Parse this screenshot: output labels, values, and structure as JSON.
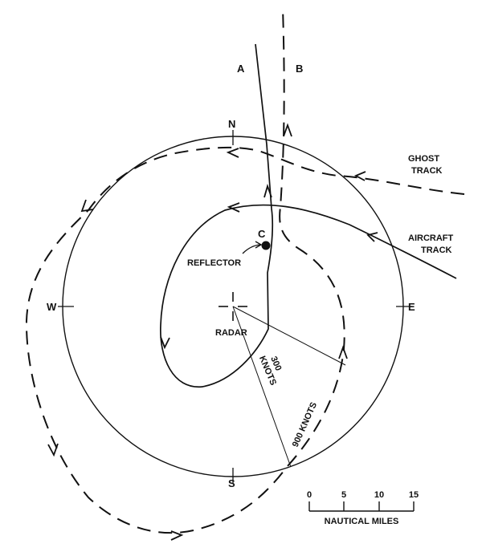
{
  "labels": {
    "track_a": "A",
    "track_b": "B",
    "north": "N",
    "south": "S",
    "east": "E",
    "west": "W",
    "ghost_track_1": "GHOST",
    "ghost_track_2": "TRACK",
    "aircraft_track_1": "AIRCRAFT",
    "aircraft_track_2": "TRACK",
    "point_c": "C",
    "reflector": "REFLECTOR",
    "radar": "RADAR",
    "speed_300_1": "300",
    "speed_300_2": "KNOTS",
    "speed_900": "900 KNOTS"
  },
  "scale": {
    "ticks": [
      "0",
      "5",
      "10",
      "15"
    ],
    "unit_label": "NAUTICAL MILES"
  },
  "colors": {
    "ink": "#111111",
    "paper": "#ffffff"
  }
}
